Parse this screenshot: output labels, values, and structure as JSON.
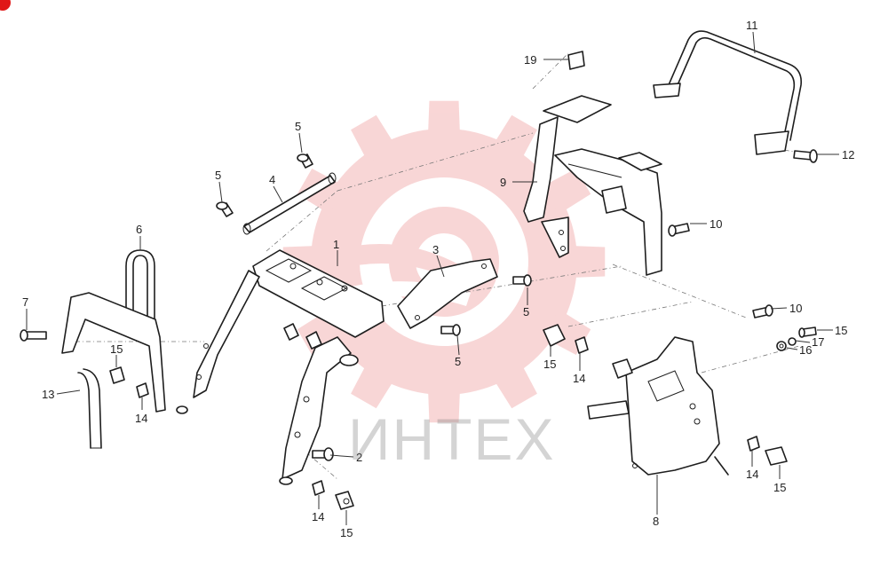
{
  "watermark": {
    "text": "ИНТЕХ",
    "gear_color": "#f4b5b5",
    "text_color": "#8a8a8a"
  },
  "accent_color": "#e01818",
  "callouts": [
    {
      "id": "1",
      "label": "1"
    },
    {
      "id": "2",
      "label": "2"
    },
    {
      "id": "3",
      "label": "3"
    },
    {
      "id": "4",
      "label": "4"
    },
    {
      "id": "5a",
      "label": "5"
    },
    {
      "id": "5b",
      "label": "5"
    },
    {
      "id": "5c",
      "label": "5"
    },
    {
      "id": "5d",
      "label": "5"
    },
    {
      "id": "6",
      "label": "6"
    },
    {
      "id": "7",
      "label": "7"
    },
    {
      "id": "8",
      "label": "8"
    },
    {
      "id": "9",
      "label": "9"
    },
    {
      "id": "10a",
      "label": "10"
    },
    {
      "id": "10b",
      "label": "10"
    },
    {
      "id": "11",
      "label": "11"
    },
    {
      "id": "12",
      "label": "12"
    },
    {
      "id": "13",
      "label": "13"
    },
    {
      "id": "14a",
      "label": "14"
    },
    {
      "id": "14b",
      "label": "14"
    },
    {
      "id": "14c",
      "label": "14"
    },
    {
      "id": "14d",
      "label": "14"
    },
    {
      "id": "15a",
      "label": "15"
    },
    {
      "id": "15b",
      "label": "15"
    },
    {
      "id": "15c",
      "label": "15"
    },
    {
      "id": "15d",
      "label": "15"
    },
    {
      "id": "15e",
      "label": "15"
    },
    {
      "id": "16",
      "label": "16"
    },
    {
      "id": "17",
      "label": "17"
    },
    {
      "id": "19",
      "label": "19"
    }
  ]
}
